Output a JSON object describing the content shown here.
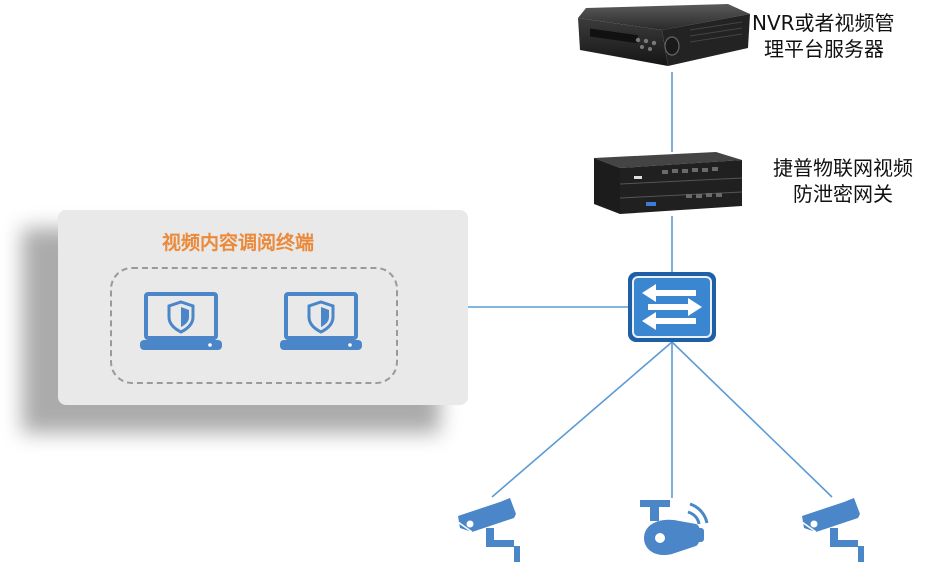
{
  "nodes": {
    "nvr": {
      "label_line1": "NVR或者视频管",
      "label_line2": "理平台服务器"
    },
    "gateway": {
      "label_line1": "捷普物联网视频",
      "label_line2": "防泄密网关"
    },
    "terminal_group": {
      "title": "视频内容调阅终端"
    },
    "switch": {},
    "cameras": [
      {
        "icon": "bullet-camera-icon"
      },
      {
        "icon": "dome-camera-icon"
      },
      {
        "icon": "bullet-camera-icon"
      }
    ]
  },
  "colors": {
    "line": "#5b9bd5",
    "icon_blue": "#4a86c8",
    "title_orange": "#ea8a3a",
    "panel_bg": "#e9e9e9"
  }
}
